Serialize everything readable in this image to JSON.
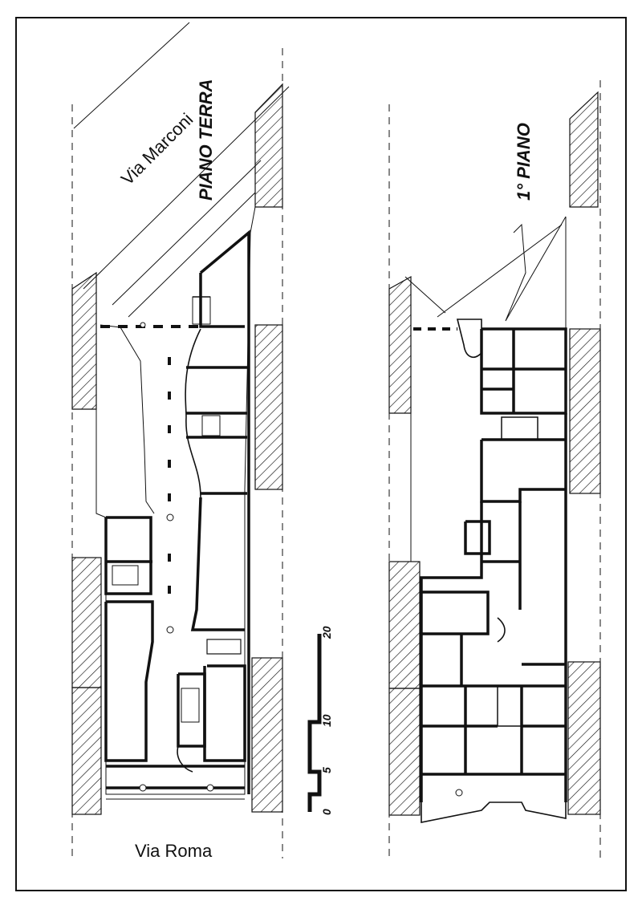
{
  "labels": {
    "street_top": "Via Marconi",
    "street_bottom": "Via Roma",
    "floor_ground": "PIANO TERRA",
    "floor_first": "1° PIANO"
  },
  "scale_bar": {
    "ticks": [
      "0",
      "5",
      "10",
      "20"
    ]
  }
}
